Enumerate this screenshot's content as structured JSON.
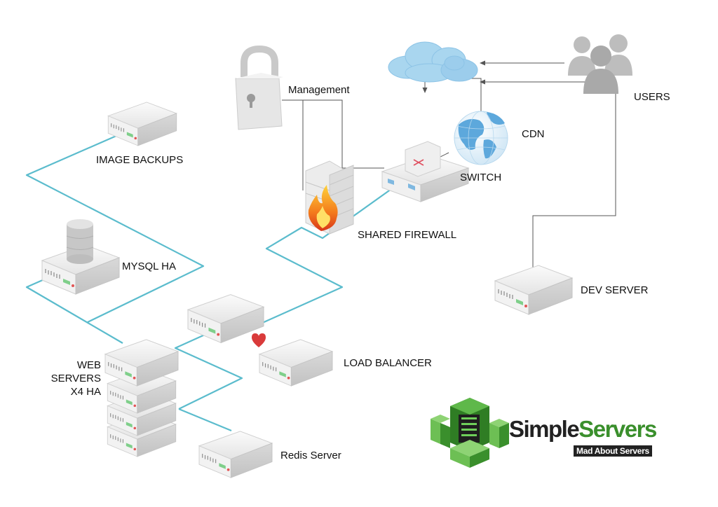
{
  "labels": {
    "management": "Management",
    "users": "USERS",
    "cdn": "CDN",
    "switch": "SWITCH",
    "image_backups": "IMAGE BACKUPS",
    "shared_firewall": "SHARED FIREWALL",
    "mysql_ha": "MYSQL HA",
    "dev_server": "DEV SERVER",
    "web_servers_line1": "WEB",
    "web_servers_line2": "SERVERS",
    "web_servers_line3": "X4 HA",
    "load_balancer": "LOAD BALANCER",
    "redis_server": "Redis Server"
  },
  "logo": {
    "word_dark": "Simple",
    "word_green": "Servers",
    "tagline": "Mad About Servers"
  },
  "colors": {
    "network_link": "#5bbccd",
    "management_link": "#555555",
    "cloud": "#a9d6ef",
    "server_body": "#f1f1f1",
    "brand_green": "#3a8f2c"
  }
}
